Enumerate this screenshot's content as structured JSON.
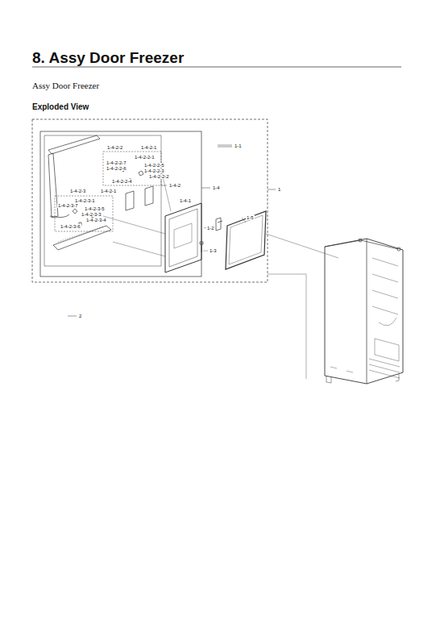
{
  "diagram": {
    "title": "8.  Assy Door Freezer",
    "labels": [
      "Assy Door Freezer",
      "Exploded View",
      "1-1",
      "1",
      "1-4",
      "1-4-2",
      "1-4-2-2",
      "1-4-2-1",
      "1-4-2-2-1",
      "1-4-2-2-7",
      "1-4-2-2-6",
      "1-4-2-2-5",
      "1-4-2-2-3",
      "1-4-2-2-2",
      "1-4-2-2-4",
      "1-4-2-3",
      "1-4-2-1",
      "1-4-2-3-1",
      "1-4-2-3-7",
      "1-4-2-3-5",
      "1-4-2-3-3",
      "1-4-2-3-4",
      "1-4-2-3-6",
      "1-4-1",
      "1-5",
      "1-2",
      "1-3",
      "2"
    ]
  }
}
